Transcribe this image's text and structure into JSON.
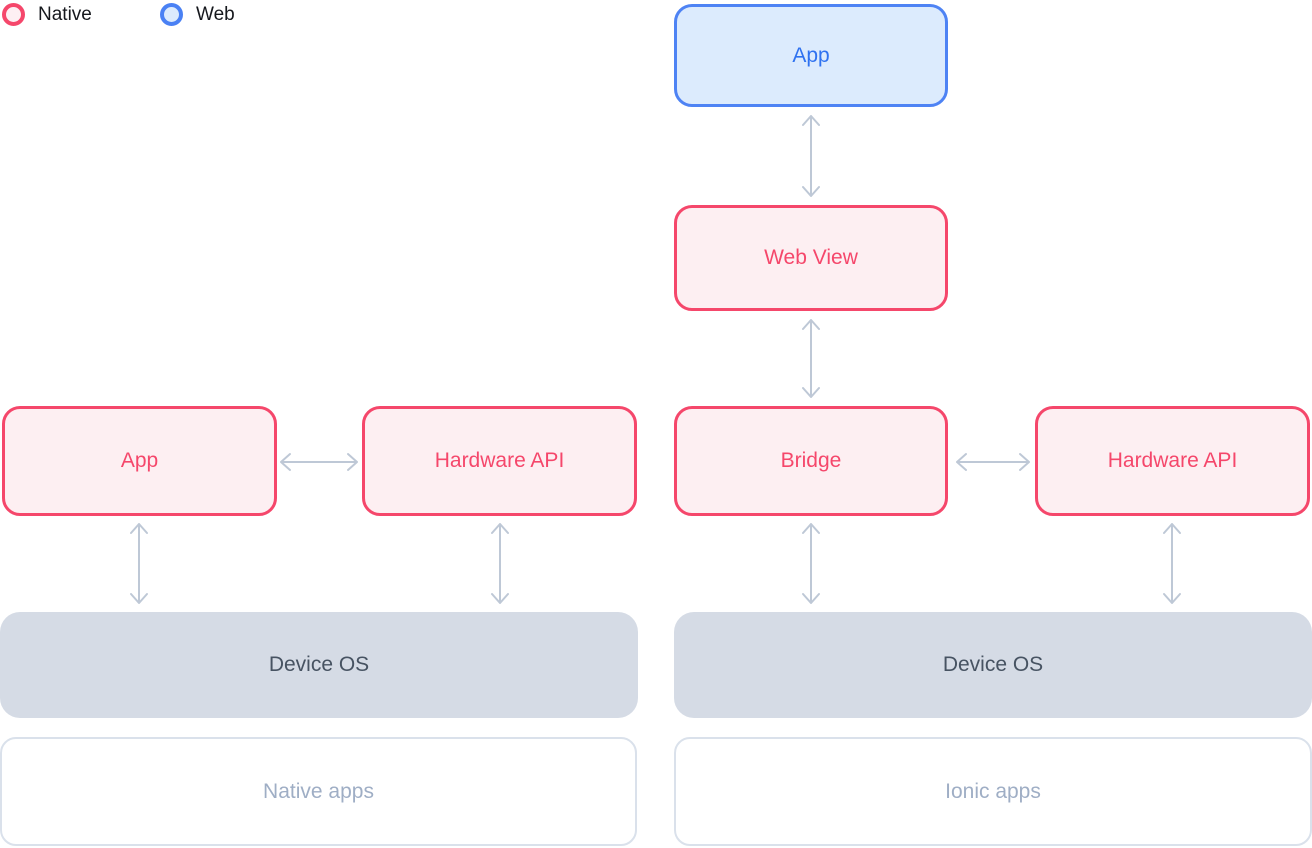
{
  "legend": {
    "items": [
      {
        "id": "native",
        "label": "Native",
        "ring_color": "#F5476B",
        "fill_color": "#FDEFF3"
      },
      {
        "id": "web",
        "label": "Web",
        "ring_color": "#4A81F4",
        "fill_color": "#DCEBFD"
      }
    ]
  },
  "stacks": {
    "native": {
      "app": "App",
      "hardware_api": "Hardware API",
      "device_os": "Device OS",
      "caption": "Native apps"
    },
    "ionic": {
      "app": "App",
      "web_view": "Web View",
      "bridge": "Bridge",
      "hardware_api": "Hardware API",
      "device_os": "Device OS",
      "caption": "Ionic apps"
    }
  },
  "colors": {
    "native_border": "#F5476B",
    "native_fill": "#FDEFF2",
    "native_text": "#F5476B",
    "web_border": "#4E83F4",
    "web_fill": "#DCEBFD",
    "web_text": "#2F72F0",
    "os_fill": "#D5DBE5",
    "os_text": "#475362",
    "caption_border": "#DAE1EB",
    "caption_text": "#9FAEC5",
    "arrow": "#BEC8D6",
    "legend_text": "#16181D"
  }
}
